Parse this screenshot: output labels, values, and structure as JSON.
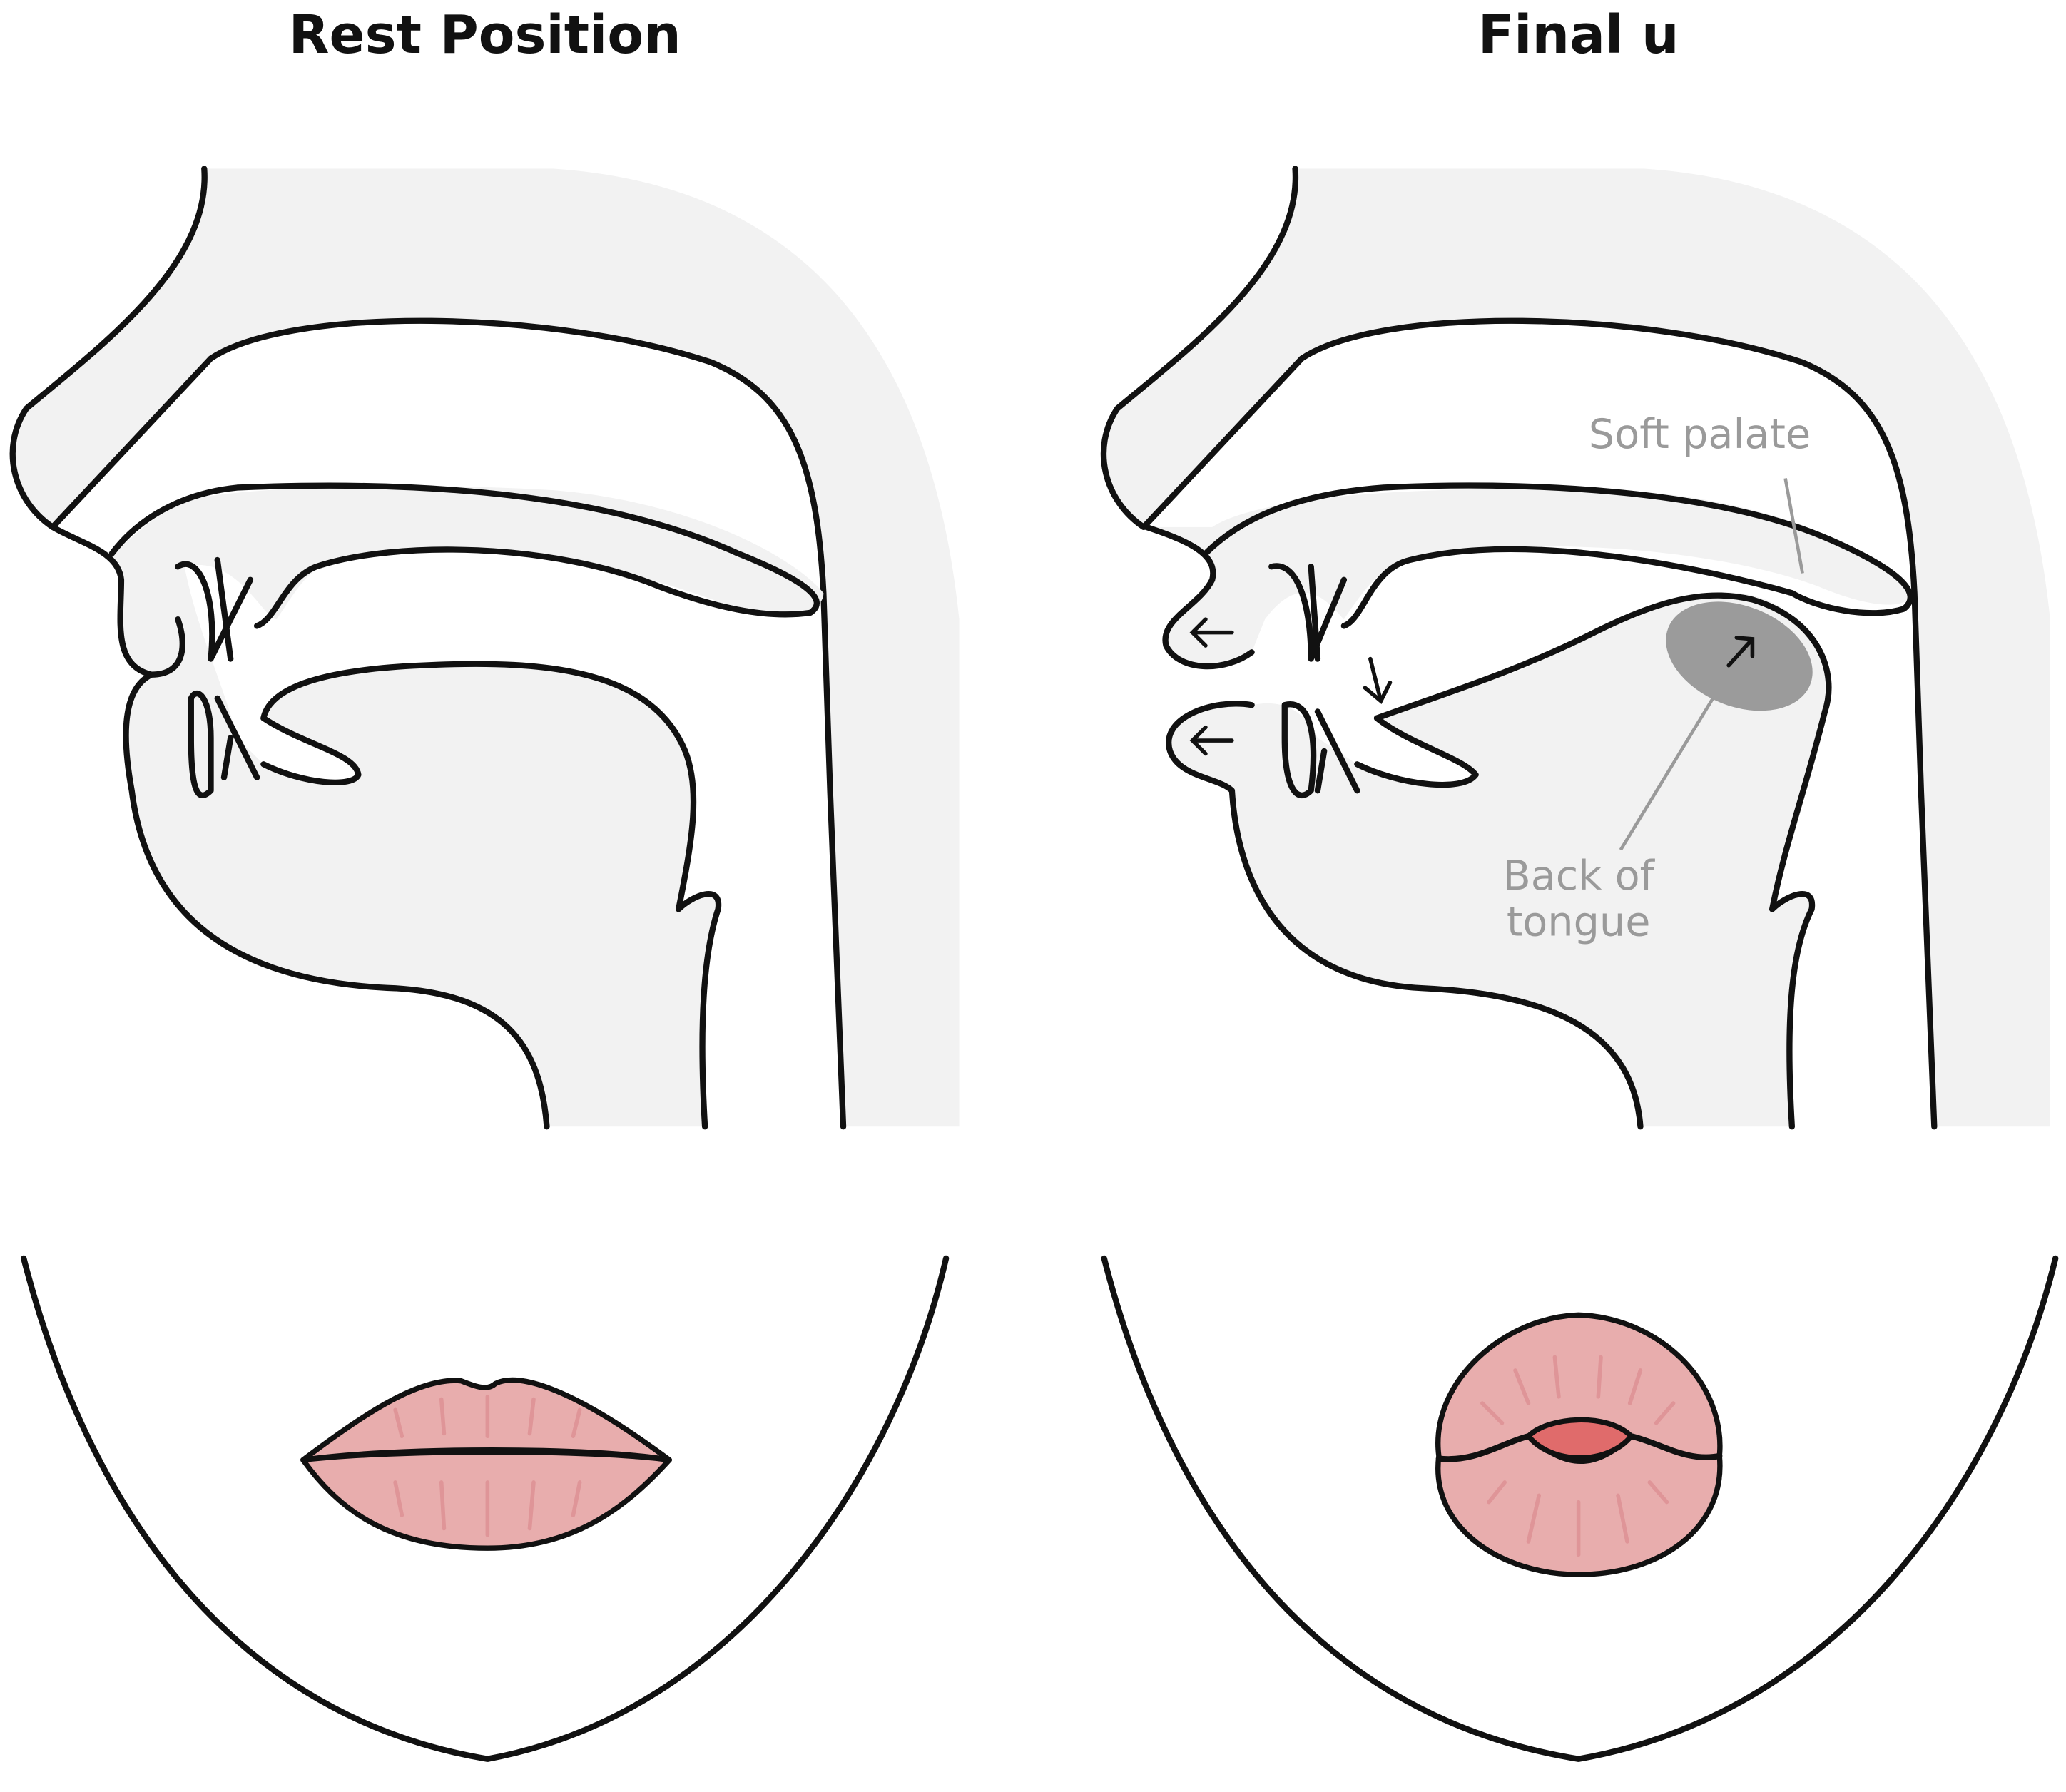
{
  "panels": [
    {
      "title": "Rest Position"
    },
    {
      "title": "Final u",
      "labels": {
        "soft_palate": "Soft palate",
        "back_of_tongue_line1": "Back of",
        "back_of_tongue_line2": "tongue"
      }
    }
  ],
  "colors": {
    "head_fill": "#f2f2f2",
    "lip_fill": "#e8adad",
    "mouth_inner": "#e06b6b",
    "highlight": "#9b9b9b",
    "label": "#9a9a9a",
    "outline": "#111111"
  }
}
